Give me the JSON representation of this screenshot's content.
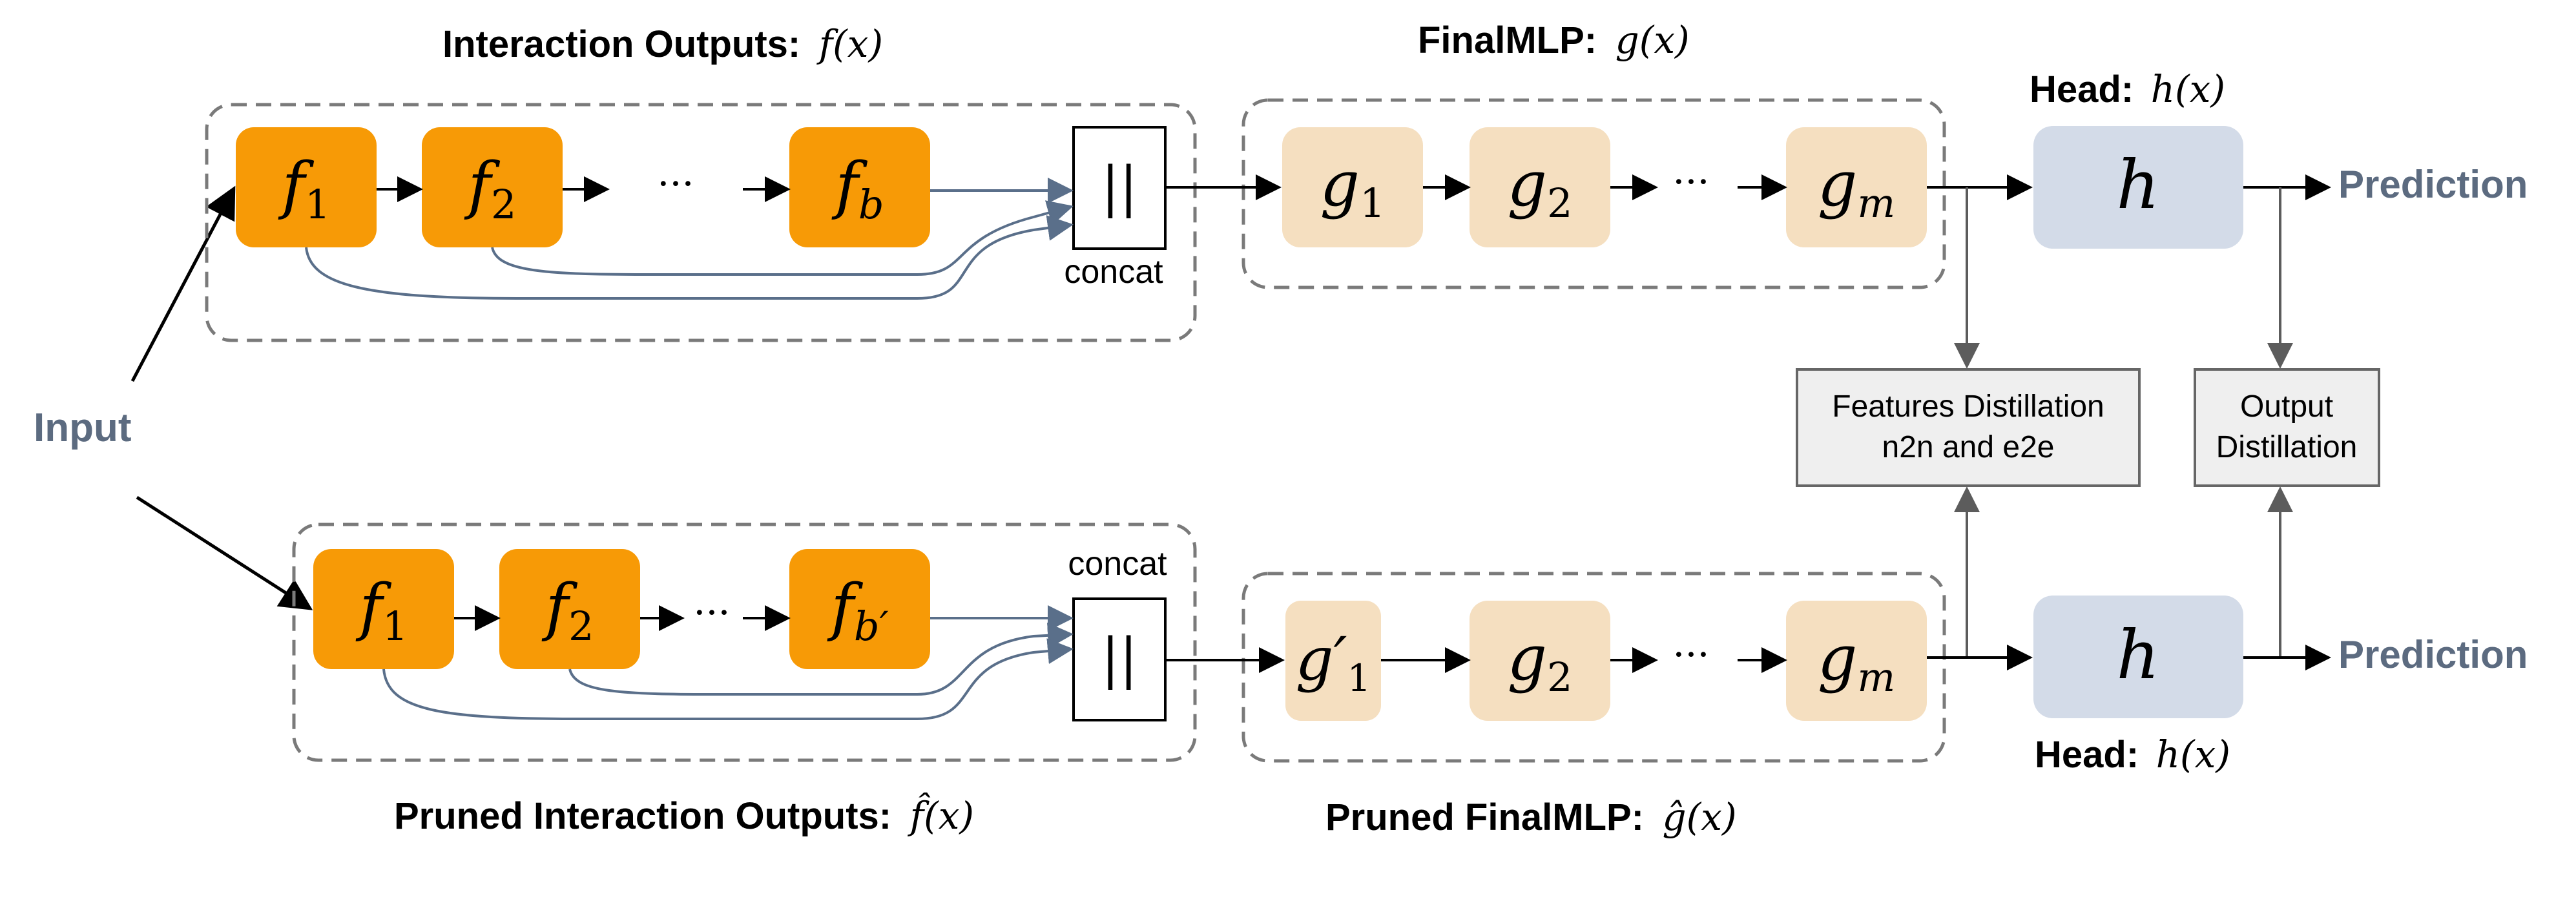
{
  "colors": {
    "accent_text": "#5c6b80",
    "block_orange": "#f79a06",
    "block_tan": "#f5dfc0",
    "block_blue": "#d3dbe8",
    "dist_box": "#efefef",
    "dashed_border": "#7a7a7a",
    "skip_arrow": "#5a6f8a"
  },
  "input_label": "Input",
  "top": {
    "interaction_title_bold": "Interaction Outputs:",
    "interaction_title_math": "f(x)",
    "finalmlp_title_bold": "FinalMLP:",
    "finalmlp_title_math": "g(x)",
    "head_title_bold": "Head:",
    "head_title_math": "h(x)",
    "f_blocks": [
      {
        "base": "f",
        "sub": "1"
      },
      {
        "base": "f",
        "sub": "2"
      },
      {
        "base": "f",
        "sub": "b"
      }
    ],
    "f_ellipsis": "···",
    "concat_symbol": "||",
    "concat_label": "concat",
    "g_blocks": [
      {
        "base": "g",
        "sub": "1"
      },
      {
        "base": "g",
        "sub": "2"
      },
      {
        "base": "g",
        "sub": "m"
      }
    ],
    "g_ellipsis": "···",
    "head_symbol": "h",
    "prediction": "Prediction"
  },
  "bottom": {
    "interaction_title_bold": "Pruned Interaction Outputs:",
    "interaction_title_math": "f̂(x)",
    "finalmlp_title_bold": "Pruned FinalMLP:",
    "finalmlp_title_math": "ĝ(x)",
    "head_title_bold": "Head:",
    "head_title_math": "h(x)",
    "f_blocks": [
      {
        "base": "f",
        "sub": "1"
      },
      {
        "base": "f",
        "sub": "2"
      },
      {
        "base": "f",
        "sub": "b′"
      }
    ],
    "f_ellipsis": "···",
    "concat_symbol": "||",
    "concat_label": "concat",
    "g_blocks": [
      {
        "base": "g′",
        "sub": "1"
      },
      {
        "base": "g",
        "sub": "2"
      },
      {
        "base": "g",
        "sub": "m"
      }
    ],
    "g_ellipsis": "···",
    "head_symbol": "h",
    "prediction": "Prediction"
  },
  "distillation": {
    "features_line1": "Features Distillation",
    "features_line2": "n2n and e2e",
    "output_line1": "Output",
    "output_line2": "Distillation"
  }
}
